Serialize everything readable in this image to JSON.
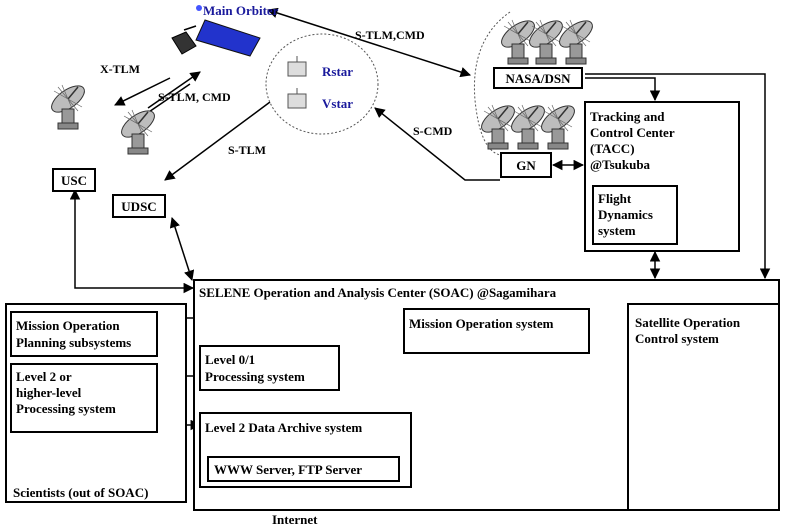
{
  "spacecraft": {
    "main": "Main Orbiter",
    "rstar": "Rstar",
    "vstar": "Vstar",
    "colors": {
      "orbiter_panel": "#2233cc",
      "label_blue": "#1a1a9c"
    }
  },
  "stations": {
    "usc": "USC",
    "udsc": "UDSC",
    "nasa": "NASA/DSN",
    "gn": "GN"
  },
  "links": {
    "xtlm": "X-TLM",
    "stlm_cmd_a": "S-TLM, CMD",
    "stlm_cmd_b": "S-TLM,CMD",
    "stlm": "S-TLM",
    "scmd": "S-CMD"
  },
  "tacc": {
    "lines": [
      "Tracking and",
      "Control Center",
      "(TACC)",
      "@Tsukuba"
    ],
    "fds_lines": [
      "Flight",
      "Dynamics",
      "system"
    ]
  },
  "soac": {
    "title": "SELENE Operation and Analysis Center (SOAC) @Sagamihara",
    "mission_op": "Mission Operation system",
    "sat_op_lines": [
      "Satellite Operation",
      "Control system"
    ],
    "level01_lines": [
      "Level 0/1",
      "Processing system"
    ],
    "archive": "Level 2 Data Archive system",
    "www": "WWW Server, FTP Server"
  },
  "scientists": {
    "planning_lines": [
      "Mission Operation",
      "Planning subsystems"
    ],
    "level2_lines": [
      "Level 2 or",
      "higher-level",
      "Processing system"
    ],
    "caption": "Scientists (out of SOAC)"
  },
  "internet": "Internet",
  "icons": [
    "antenna-dish-icon",
    "operator-workstation-icon",
    "orbiter-icon",
    "subsatellite-icon"
  ]
}
